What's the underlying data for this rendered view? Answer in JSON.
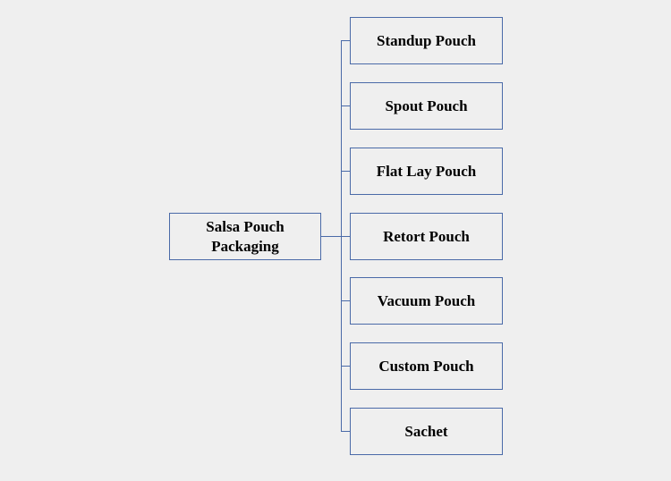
{
  "root": {
    "label_line1": "Salsa Pouch",
    "label_line2": "Packaging"
  },
  "children": [
    {
      "label": "Standup Pouch"
    },
    {
      "label": "Spout Pouch"
    },
    {
      "label": "Flat Lay Pouch"
    },
    {
      "label": "Retort Pouch"
    },
    {
      "label": "Vacuum Pouch"
    },
    {
      "label": "Custom Pouch"
    },
    {
      "label": "Sachet"
    }
  ],
  "colors": {
    "background": "#efefef",
    "line": "#4a6aa8",
    "text": "#000000"
  }
}
